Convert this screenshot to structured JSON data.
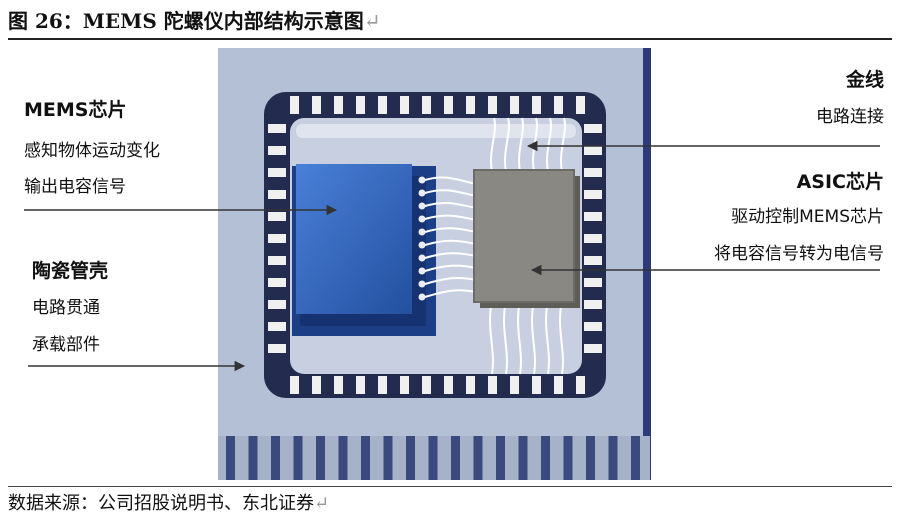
{
  "figure": {
    "title": "图 26：MEMS 陀螺仪内部结构示意图",
    "source": "数据来源：公司招股说明书、东北证券",
    "return_mark": "↵"
  },
  "labels": {
    "mems_chip": {
      "title": "MEMS芯片",
      "line1": "感知物体运动变化",
      "line2": "输出电容信号"
    },
    "ceramic_shell": {
      "title": "陶瓷管壳",
      "line1": "电路贯通",
      "line2": "承载部件"
    },
    "gold_wire": {
      "title": "金线",
      "line1": "电路连接"
    },
    "asic_chip": {
      "title": "ASIC芯片",
      "line1": "驱动控制MEMS芯片",
      "line2": "将电容信号转为电信号"
    }
  },
  "colors": {
    "package_face": "#b4c0d6",
    "frame": "#232c4e",
    "pad": "#f0f0f0",
    "mems_chip": "#2f63bf",
    "asic_chip": "#8a8883",
    "wire": "#ffffff",
    "arrow": "#333333"
  }
}
